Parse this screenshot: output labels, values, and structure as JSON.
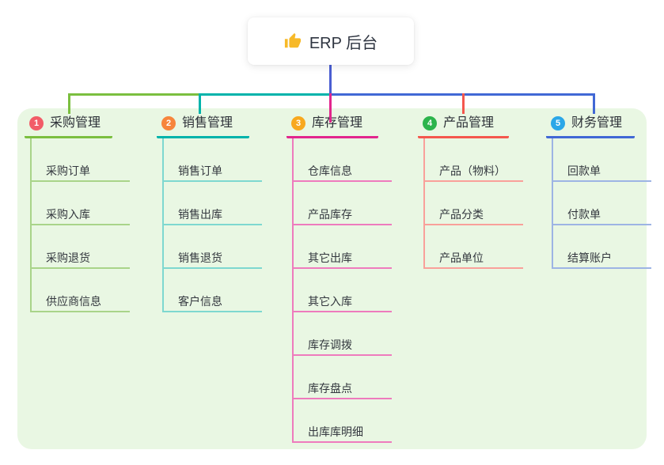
{
  "root": {
    "title": "ERP 后台",
    "icon": "thumbs-up-icon",
    "icon_color": "#f7b928"
  },
  "colors": {
    "page_bg": "#ffffff",
    "panel_bg": "#e9f7e3",
    "card_bg": "#ffffff",
    "stem": "#4a5ed2",
    "text_dark": "#2d3138"
  },
  "branches": [
    {
      "num": "1",
      "label": "采购管理",
      "badge_color": "#f25c68",
      "line_color": "#7bbf3f",
      "child_line_color": "#a9d489",
      "children": [
        "采购订单",
        "采购入库",
        "采购退货",
        "供应商信息"
      ]
    },
    {
      "num": "2",
      "label": "销售管理",
      "badge_color": "#f7853c",
      "line_color": "#00b3ab",
      "child_line_color": "#7ed8d0",
      "children": [
        "销售订单",
        "销售出库",
        "销售退货",
        "客户信息"
      ]
    },
    {
      "num": "3",
      "label": "库存管理",
      "badge_color": "#f8a81e",
      "line_color": "#e2268d",
      "child_line_color": "#ee7bbd",
      "children": [
        "仓库信息",
        "产品库存",
        "其它出库",
        "其它入库",
        "库存调拨",
        "库存盘点",
        "出库库明细"
      ]
    },
    {
      "num": "4",
      "label": "产品管理",
      "badge_color": "#2cb44c",
      "line_color": "#f4574d",
      "child_line_color": "#f9a09a",
      "children": [
        "产品（物料）",
        "产品分类",
        "产品单位"
      ]
    },
    {
      "num": "5",
      "label": "财务管理",
      "badge_color": "#2ba7e8",
      "line_color": "#4168d5",
      "child_line_color": "#9db4e4",
      "children": [
        "回款单",
        "付款单",
        "结算账户"
      ]
    }
  ]
}
